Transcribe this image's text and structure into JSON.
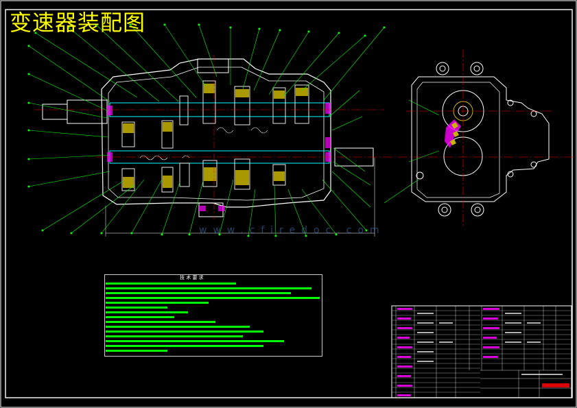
{
  "drawing": {
    "title": "变速器装配图",
    "watermark": "www.cfiredoc.com",
    "notes_heading": "技 术 要 求"
  },
  "colors": {
    "background": "#000000",
    "frame": "#ffffff",
    "title": "#ffff00",
    "leader_lines": "#00ff00",
    "centerlines": "#ff0000",
    "parts": "#00ffff",
    "hatch": "#ff00ff",
    "gear_fill": "#c8b400",
    "watermark": "#4682d2"
  }
}
